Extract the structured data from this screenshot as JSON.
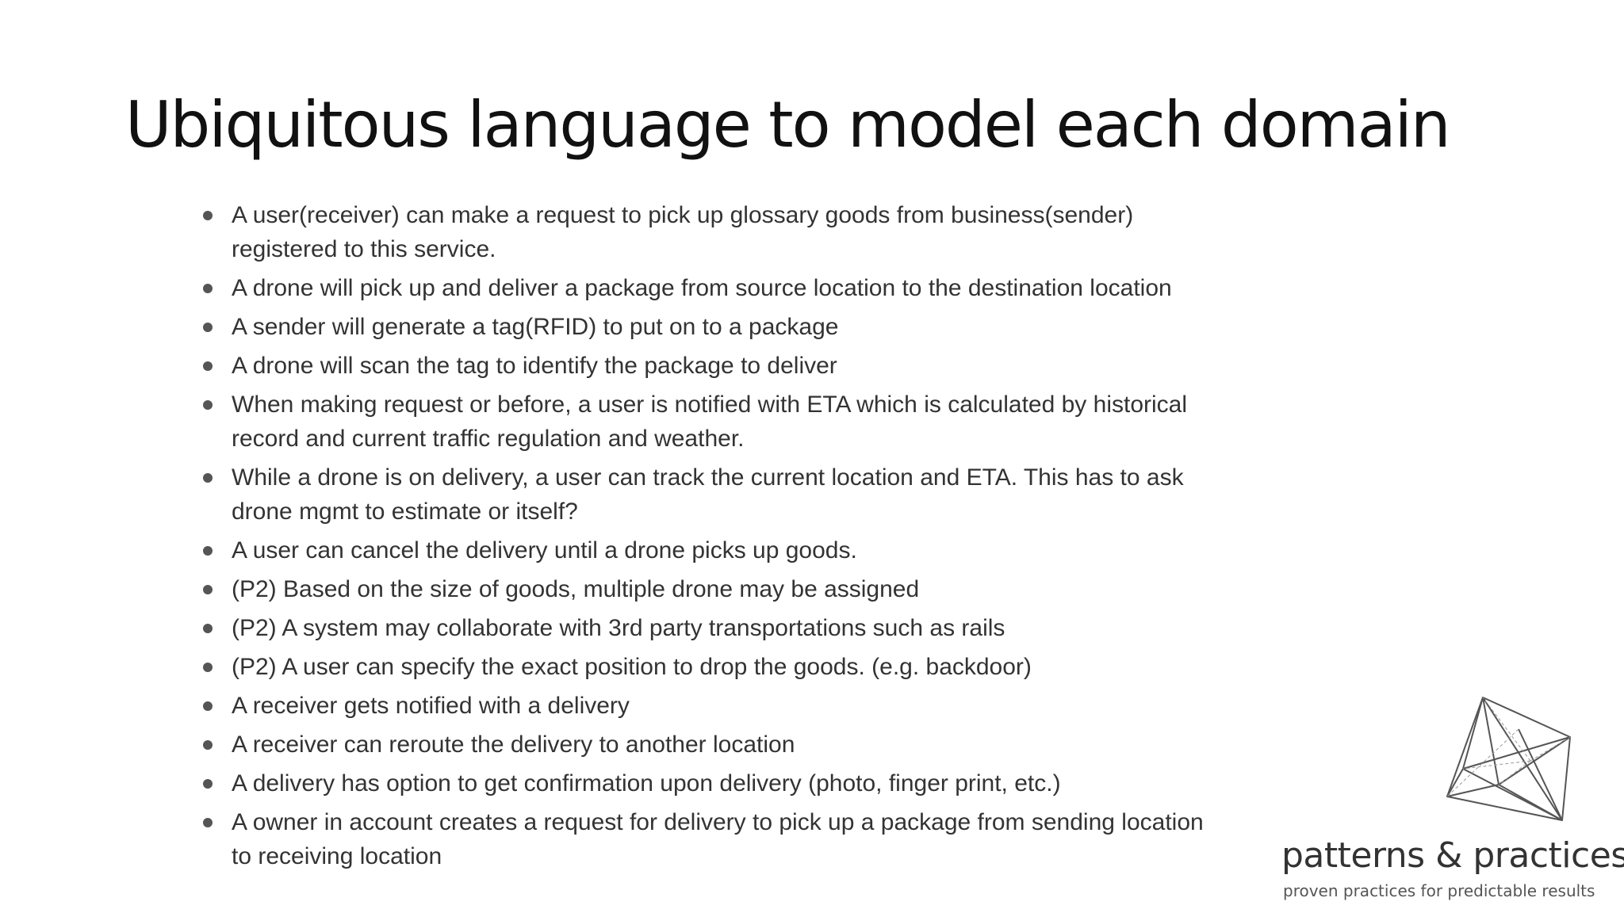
{
  "slide": {
    "title": "Ubiquitous language to model each domain",
    "bullets": [
      "A user(receiver) can make a request to pick up glossary goods from business(sender) registered to this service.",
      "A drone will pick up and deliver a package from source location to the destination location",
      "A sender will generate a tag(RFID) to put on to a package",
      "A drone will scan the tag to identify the package to deliver",
      "When making request or before, a user is notified with ETA which is calculated by historical record and current traffic regulation and weather.",
      "While a drone is on delivery, a user can track the current location and ETA. This has to ask drone mgmt to estimate or itself?",
      "A user can cancel the delivery until a drone picks up goods.",
      "(P2) Based on the size of goods, multiple drone may be assigned",
      "(P2) A system may collaborate with 3rd party transportations such as rails",
      "(P2) A user can specify the exact position to drop the goods. (e.g. backdoor)",
      "A receiver gets notified with a delivery",
      "A receiver can reroute the delivery to another location",
      "A delivery has option to get confirmation upon delivery (photo, finger print, etc.)",
      "A owner in account creates a request for delivery to pick up a package from sending location to receiving location"
    ]
  },
  "logo": {
    "name": "patterns & practices",
    "tagline": "proven practices for predictable results",
    "icon": "wireframe-cube-icon"
  }
}
